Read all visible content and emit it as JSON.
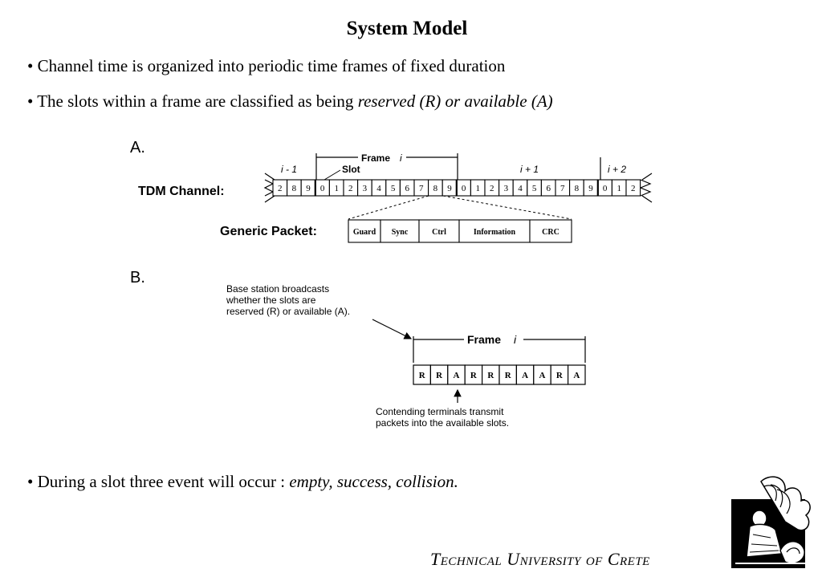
{
  "slide": {
    "title": "System Model",
    "bullets": [
      {
        "text": "• Channel time is organized into periodic time frames of fixed duration"
      },
      {
        "text": "• The slots within a frame are classified as being ",
        "italic": "reserved (R) or available (A)"
      },
      {
        "text": "• During a slot three event will occur : ",
        "italic": "empty, success, collision."
      }
    ]
  },
  "diagram_a": {
    "panel_label": "A.",
    "channel_label": "TDM Channel:",
    "frame_label": "Frame",
    "frame_var": "i",
    "slot_label": "Slot",
    "prev_frame_label": "i - 1",
    "next_frame_label": "i + 1",
    "next2_frame_label": "i + 2",
    "slot_digits": [
      "2",
      "8",
      "9",
      "0",
      "1",
      "2",
      "3",
      "4",
      "5",
      "6",
      "7",
      "8",
      "9",
      "0",
      "1",
      "2",
      "3",
      "4",
      "5",
      "6",
      "7",
      "8",
      "9",
      "0",
      "1",
      "2"
    ],
    "packet_label": "Generic Packet:",
    "packet_fields": [
      "Guard",
      "Sync",
      "Ctrl",
      "Information",
      "CRC"
    ]
  },
  "diagram_b": {
    "panel_label": "B.",
    "broadcast_note": [
      "Base station broadcasts",
      "whether the slots are",
      "reserved (R) or available (A)."
    ],
    "frame_label": "Frame",
    "frame_var": "i",
    "slots": [
      "R",
      "R",
      "A",
      "R",
      "R",
      "R",
      "A",
      "A",
      "R",
      "A"
    ],
    "contend_note": [
      "Contending terminals transmit",
      "packets into the available slots."
    ]
  },
  "footer": {
    "university_words": [
      {
        "cap": "T",
        "rest": "ECHNICAL"
      },
      {
        "cap": "U",
        "rest": "NIVERSITY"
      },
      {
        "cap": "",
        "rest": "OF"
      },
      {
        "cap": "C",
        "rest": "RETE"
      }
    ]
  },
  "logo": {
    "icon": "winged-figure-logo"
  }
}
